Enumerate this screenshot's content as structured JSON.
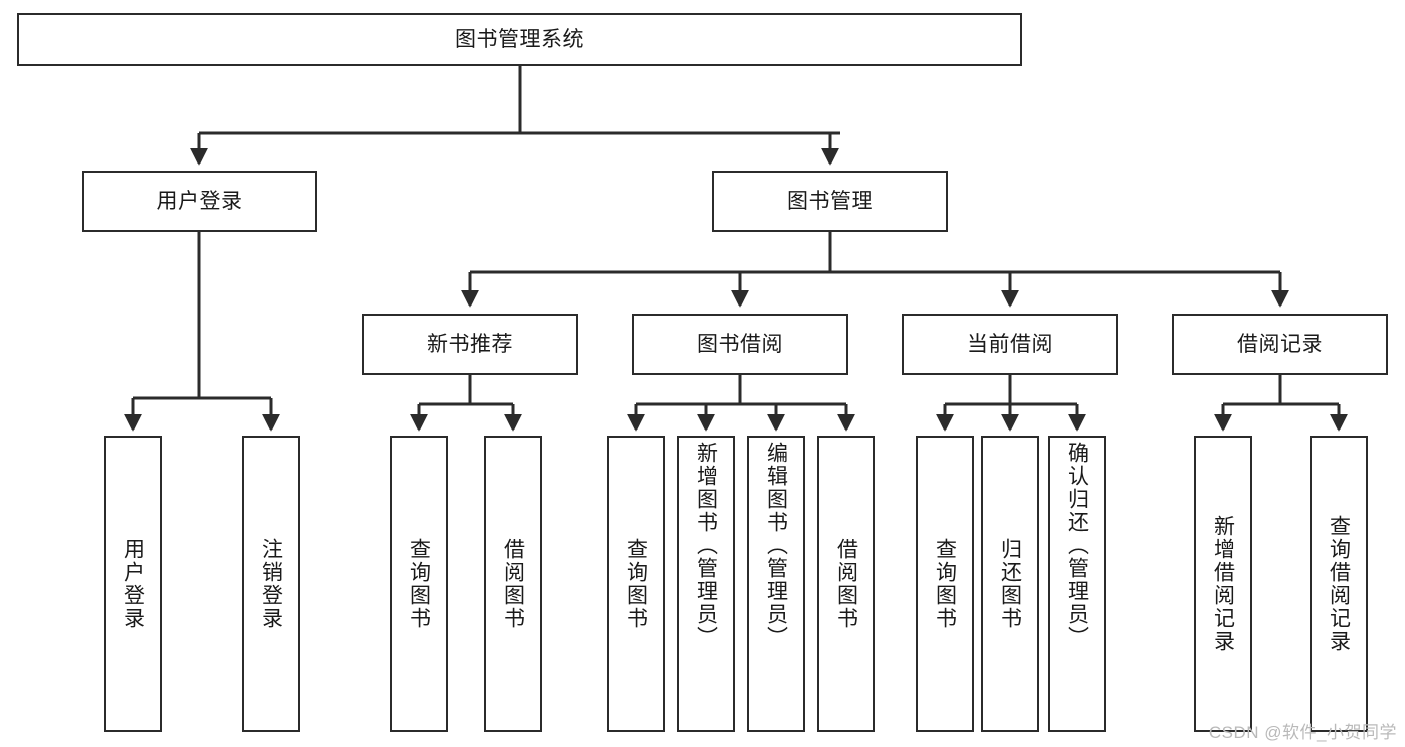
{
  "diagram": {
    "title": "图书管理系统",
    "type": "hierarchy-tree",
    "colors": {
      "box_border": "#2b2b2b",
      "box_fill": "#ffffff",
      "connector": "#2b2b2b",
      "text": "#1a1a1a",
      "watermark": "#b9b9b9",
      "background": "#ffffff"
    },
    "levels": {
      "root": {
        "label": "图书管理系统"
      },
      "level1": [
        {
          "label": "用户登录"
        },
        {
          "label": "图书管理"
        }
      ],
      "level2": [
        {
          "label": "新书推荐"
        },
        {
          "label": "图书借阅"
        },
        {
          "label": "当前借阅"
        },
        {
          "label": "借阅记录"
        }
      ],
      "leaves": {
        "user_login": [
          {
            "label": "用户登录"
          },
          {
            "label": "注销登录"
          }
        ],
        "new_book_recommend": [
          {
            "label": "查询图书"
          },
          {
            "label": "借阅图书"
          }
        ],
        "book_borrow": [
          {
            "label": "查询图书"
          },
          {
            "label": "新增图书（管理员）"
          },
          {
            "label": "编辑图书（管理员）"
          },
          {
            "label": "借阅图书"
          }
        ],
        "current_borrow": [
          {
            "label": "查询图书"
          },
          {
            "label": "归还图书"
          },
          {
            "label": "确认归还（管理员）"
          }
        ],
        "borrow_record": [
          {
            "label": "新增借阅记录"
          },
          {
            "label": "查询借阅记录"
          }
        ]
      }
    },
    "watermark": "CSDN @软件_小贺同学"
  }
}
